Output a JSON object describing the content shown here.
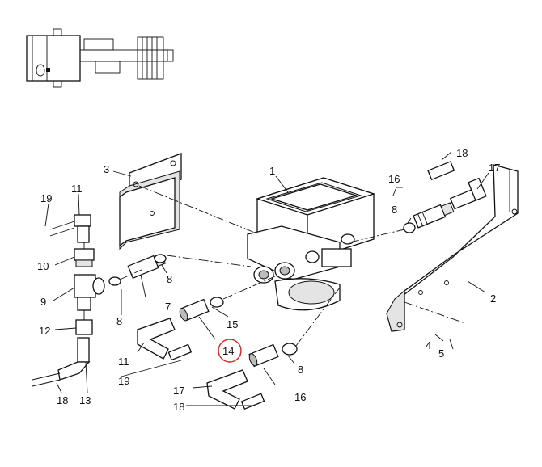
{
  "labels": {
    "p1": "1",
    "p2": "2",
    "p3": "3",
    "p4": "4",
    "p5": "5",
    "p7": "7",
    "p8a": "8",
    "p8b": "8",
    "p8c": "8",
    "p8d": "8",
    "p9": "9",
    "p10": "10",
    "p11a": "11",
    "p11b": "11",
    "p12": "12",
    "p13": "13",
    "p14": "14",
    "p15": "15",
    "p16a": "16",
    "p16b": "16",
    "p17a": "17",
    "p17b": "17",
    "p18a": "18",
    "p18b": "18",
    "p18c": "18",
    "p19a": "19",
    "p19b": "19"
  },
  "highlight": {
    "part": "14",
    "color": "#d0302a"
  }
}
